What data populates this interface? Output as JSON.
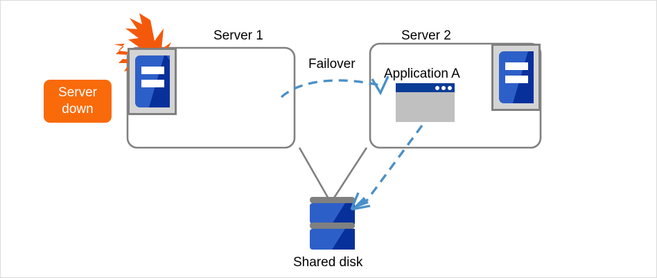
{
  "diagram": {
    "title_server1": "Server 1",
    "title_server2": "Server 2",
    "failover_label": "Failover",
    "application_label": "Application A",
    "shared_disk_label": "Shared disk",
    "status_badge": {
      "line1": "Server",
      "line2": "down"
    },
    "colors": {
      "badge_orange": "#f96a0a",
      "burst_orange": "#f4590b",
      "box_border_gray": "#808080",
      "server_blue_light": "#2d5fc8",
      "server_blue_dark": "#07309b",
      "arrow_blue": "#4a90c8",
      "window_titlebar": "#0b3c96",
      "window_body": "#c0c0c0",
      "disk_bar_gray": "#808080"
    },
    "icons": {
      "server1": "server-tower-icon",
      "server2": "server-tower-icon",
      "burst": "explosion-burst-icon",
      "disk": "shared-disk-icon",
      "app": "application-window-icon",
      "failover_arrow": "dashed-curved-arrow-icon",
      "disk_access_arrow": "dashed-straight-arrow-icon"
    }
  }
}
